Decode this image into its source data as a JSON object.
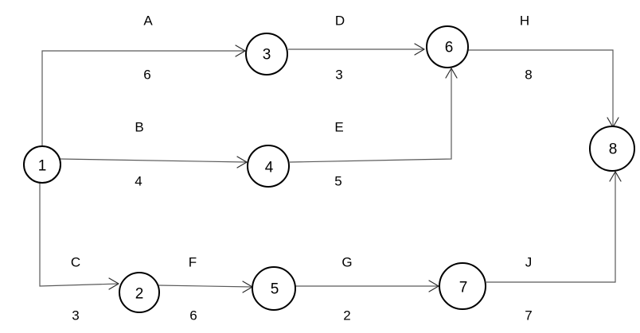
{
  "diagram": {
    "nodes": {
      "n1": "1",
      "n2": "2",
      "n3": "3",
      "n4": "4",
      "n5": "5",
      "n6": "6",
      "n7": "7",
      "n8": "8"
    },
    "activities": {
      "A": {
        "name": "A",
        "duration": "6",
        "from": "1",
        "to": "3"
      },
      "B": {
        "name": "B",
        "duration": "4",
        "from": "1",
        "to": "4"
      },
      "C": {
        "name": "C",
        "duration": "3",
        "from": "1",
        "to": "2"
      },
      "D": {
        "name": "D",
        "duration": "3",
        "from": "3",
        "to": "6"
      },
      "E": {
        "name": "E",
        "duration": "5",
        "from": "4",
        "to": "6"
      },
      "F": {
        "name": "F",
        "duration": "6",
        "from": "2",
        "to": "5"
      },
      "G": {
        "name": "G",
        "duration": "2",
        "from": "5",
        "to": "7"
      },
      "H": {
        "name": "H",
        "duration": "8",
        "from": "6",
        "to": "8"
      },
      "J": {
        "name": "J",
        "duration": "7",
        "from": "7",
        "to": "8"
      }
    }
  }
}
